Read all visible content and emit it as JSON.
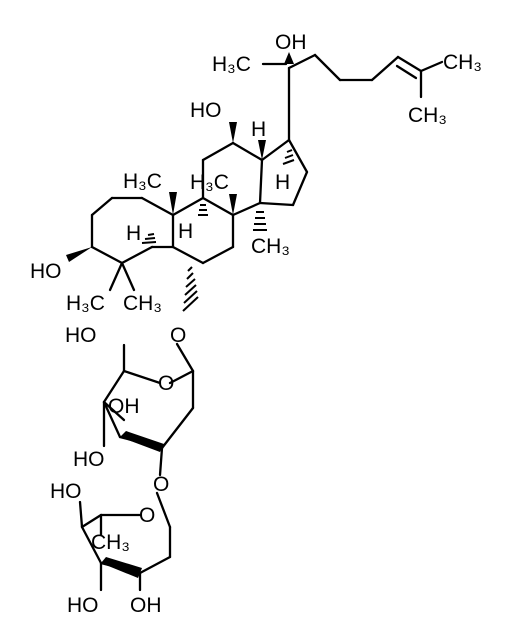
{
  "molecule": {
    "atoms": {
      "h3c_top_left": "H₃C",
      "oh_c20": "OH",
      "ch3_terminal_upper": "CH₃",
      "ch3_terminal_lower": "CH₃",
      "ho_c12": "HO",
      "h_c13": "H",
      "h_c17": "H",
      "h3c_c10": "H₃C",
      "h3c_c8": "H₃C",
      "h_c9": "H",
      "h_c5": "H",
      "ch3_c14": "CH₃",
      "ho_c3": "HO",
      "h3c_c4a": "H₃C",
      "ch3_c4b": "CH₃",
      "o_glycosidic": "O",
      "ho_c6prime": "HO",
      "o_ring_glucose": "O",
      "oh_c3prime": "OH",
      "ho_c4prime": "HO",
      "o_link": "O",
      "ho_c4double": "HO",
      "o_ring_rhamnose": "O",
      "ch3_rhamnose": "CH₃",
      "ho_c3double": "HO",
      "oh_c2double": "OH"
    }
  }
}
